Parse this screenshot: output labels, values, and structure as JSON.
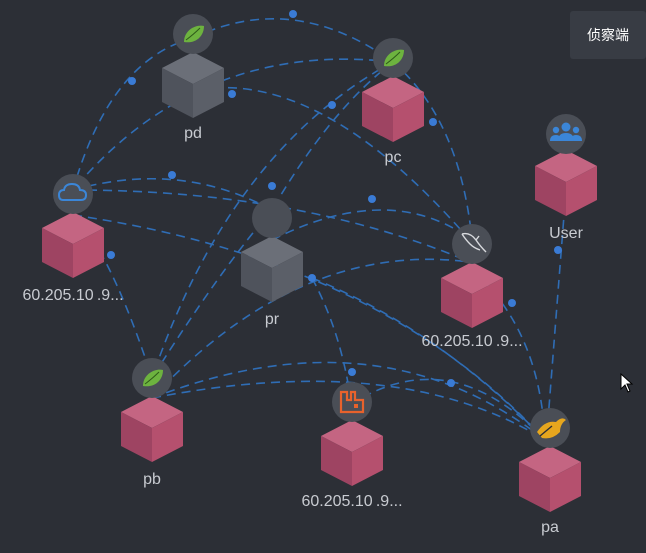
{
  "detector_button": "侦察端",
  "nodes": [
    {
      "id": "pd",
      "label": "pd",
      "type": "gray",
      "icon": "spring-leaf-icon"
    },
    {
      "id": "pc",
      "label": "pc",
      "type": "pink",
      "icon": "spring-leaf-icon"
    },
    {
      "id": "user",
      "label": "User",
      "type": "pink",
      "icon": "users-icon"
    },
    {
      "id": "cloud",
      "label": "60.205.10 .9...",
      "type": "pink",
      "icon": "cloud-icon"
    },
    {
      "id": "pr",
      "label": "pr",
      "type": "gray",
      "icon": "none"
    },
    {
      "id": "mysql",
      "label": "60.205.10 .9...",
      "type": "pink",
      "icon": "mysql-dolphin-icon"
    },
    {
      "id": "pb",
      "label": "pb",
      "type": "pink",
      "icon": "spring-leaf-icon"
    },
    {
      "id": "mq",
      "label": "60.205.10 .9...",
      "type": "pink",
      "icon": "rabbitmq-icon"
    },
    {
      "id": "pa",
      "label": "pa",
      "type": "pink",
      "icon": "nginx-icon"
    }
  ],
  "colors": {
    "background": "#2c2f36",
    "edge": "#2f6db5",
    "edge_dot": "#3a7bd5",
    "pink_node": "#b5506e",
    "gray_node": "#5b5f68",
    "icon_circle": "#4a4e56",
    "spring_green": "#6db33f",
    "cloud_blue": "#3b86d8",
    "users_blue": "#3b86d8",
    "rabbit_orange": "#e8622c",
    "nginx_yellow": "#e6a61e"
  }
}
